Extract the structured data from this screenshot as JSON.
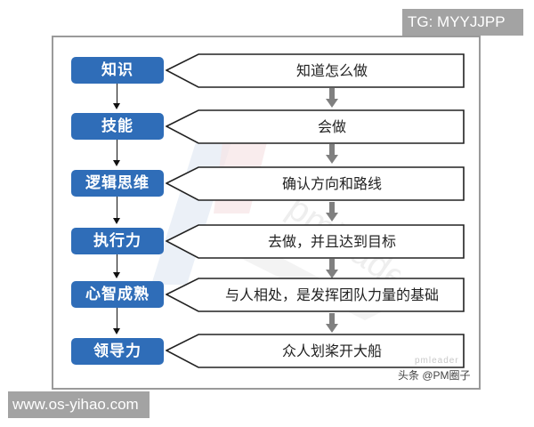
{
  "badges": {
    "top_right": "TG: MYYJJPP",
    "bottom_left": "www.os-yihao.com"
  },
  "diagram": {
    "colors": {
      "step_fill": "#2f6db8",
      "arrow_gray": "#808080",
      "frame_border": "#9a9a9a"
    },
    "steps": [
      {
        "label": "知识",
        "description": "知道怎么做"
      },
      {
        "label": "技能",
        "description": "会做"
      },
      {
        "label": "逻辑思维",
        "description": "确认方向和路线"
      },
      {
        "label": "执行力",
        "description": "去做，并且达到目标"
      },
      {
        "label": "心智成熟",
        "description": "与人相处，是发挥团队力量的基础"
      },
      {
        "label": "领导力",
        "description": "众人划桨开大船"
      }
    ]
  },
  "watermark": {
    "brand": "pmleader",
    "credit": "头条 @PM圈子"
  }
}
